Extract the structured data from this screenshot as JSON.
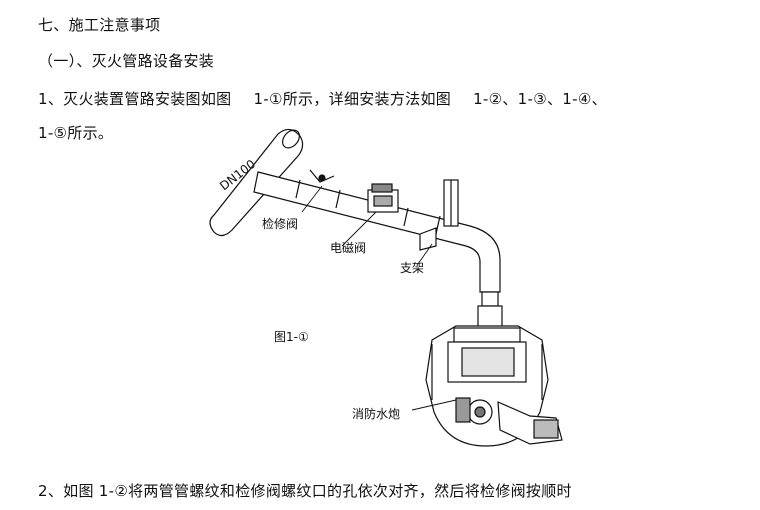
{
  "section_title": "七、施工注意事项",
  "subsection_title": "（一）、灭火管路设备安装",
  "para1": {
    "part_a": "1、灭火装置管路安装图如图",
    "part_b": "1-①所示，详细安装方法如图",
    "part_c": "1-②、1-③、1-④、"
  },
  "para1_cont": "1-⑤所示。",
  "figure": {
    "pipe_label": "DN100",
    "caption": "图1-①",
    "labels": {
      "maintenance_valve": "检修阀",
      "solenoid_valve": "电磁阀",
      "bracket": "支架",
      "fire_cannon": "消防水炮"
    }
  },
  "para2": "2、如图 1-②将两管管螺纹和检修阀螺纹口的孔依次对齐，然后将检修阀按顺时"
}
